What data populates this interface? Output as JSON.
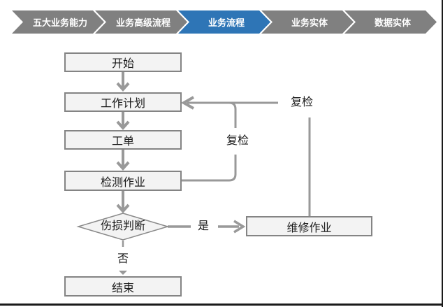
{
  "breadcrumb": {
    "items": [
      {
        "label": "五大业务能力",
        "active": false
      },
      {
        "label": "业务高级流程",
        "active": false
      },
      {
        "label": "业务流程",
        "active": true
      },
      {
        "label": "业务实体",
        "active": false
      },
      {
        "label": "数据实体",
        "active": false
      }
    ]
  },
  "flowchart": {
    "nodes": {
      "start": "开始",
      "work_plan": "工作计划",
      "work_order": "工单",
      "inspection": "检测作业",
      "decision": "伤损判断",
      "repair": "维修作业",
      "end": "结束"
    },
    "labels": {
      "recheck_mid": "复检",
      "recheck_right": "复检",
      "yes": "是",
      "no": "否"
    }
  },
  "colors": {
    "chevron_gray": "#808080",
    "chevron_active_blue": "#2E75B6",
    "node_fill": "#F3F3F3",
    "node_border": "#848484",
    "connector_gray": "#999999",
    "frame_rule_dark": "#1A1A1A"
  }
}
